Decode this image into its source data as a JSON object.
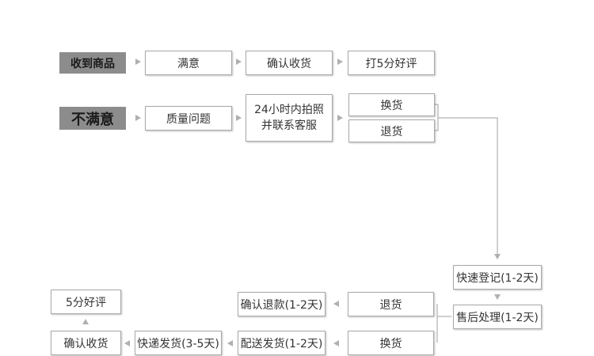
{
  "satisfied_flow": {
    "start": "收到商品",
    "steps": [
      "满意",
      "确认收货",
      "打5分好评"
    ]
  },
  "unsatisfied_flow": {
    "start": "不满意",
    "step1": "质量问题",
    "step2_line1": "24小时内拍照",
    "step2_line2": "并联系客服",
    "exchange": "换货",
    "return": "退货"
  },
  "after_sales": {
    "register": "快速登记(1-2天)",
    "process": "售后处理(1-2天)"
  },
  "return_branch": {
    "label": "退货",
    "confirm_refund": "确认退款(1-2天)"
  },
  "exchange_branch": {
    "label": "换货",
    "dispatch": "配送发货(1-2天)",
    "fast_ship": "快递发货(3-5天)",
    "confirm_receipt": "确认收货",
    "review": "5分好评"
  }
}
